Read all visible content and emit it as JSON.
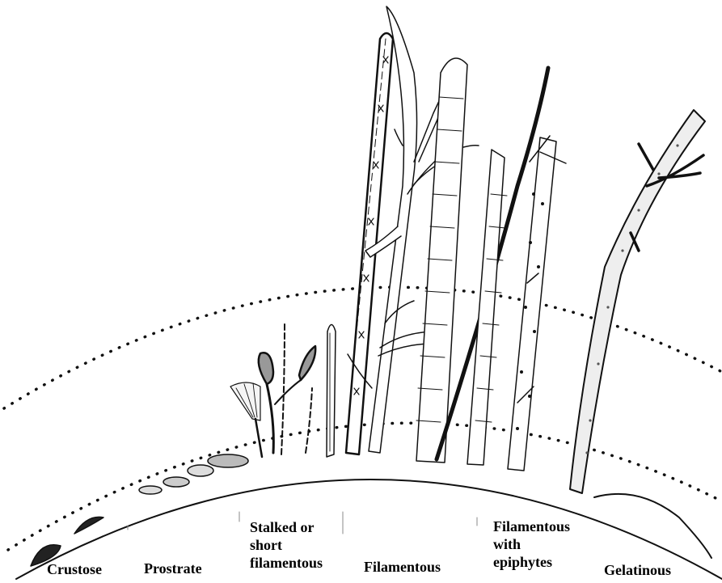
{
  "labels": {
    "crustose": "Crustose",
    "prostrate": "Prostrate",
    "stalked": [
      "Stalked or",
      "short",
      "filamentous"
    ],
    "filamentous": "Filamentous",
    "epiphytes": [
      "Filamentous",
      "with",
      "epiphytes"
    ],
    "gelatinous": "Gelatinous"
  },
  "colors": {
    "ink": "#111111",
    "paper": "#ffffff"
  }
}
